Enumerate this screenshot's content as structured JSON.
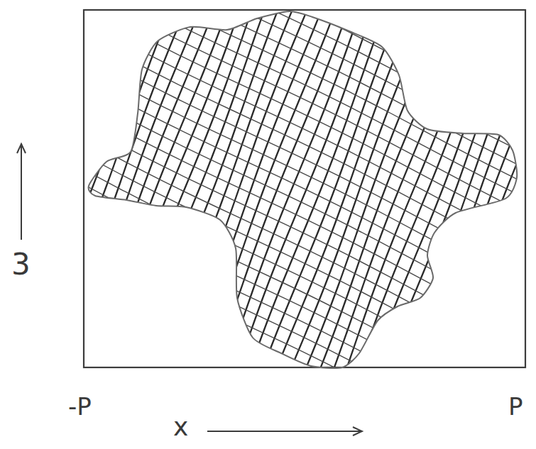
{
  "diagram": {
    "labels": [
      "3",
      "-P",
      "P",
      "x"
    ]
  }
}
